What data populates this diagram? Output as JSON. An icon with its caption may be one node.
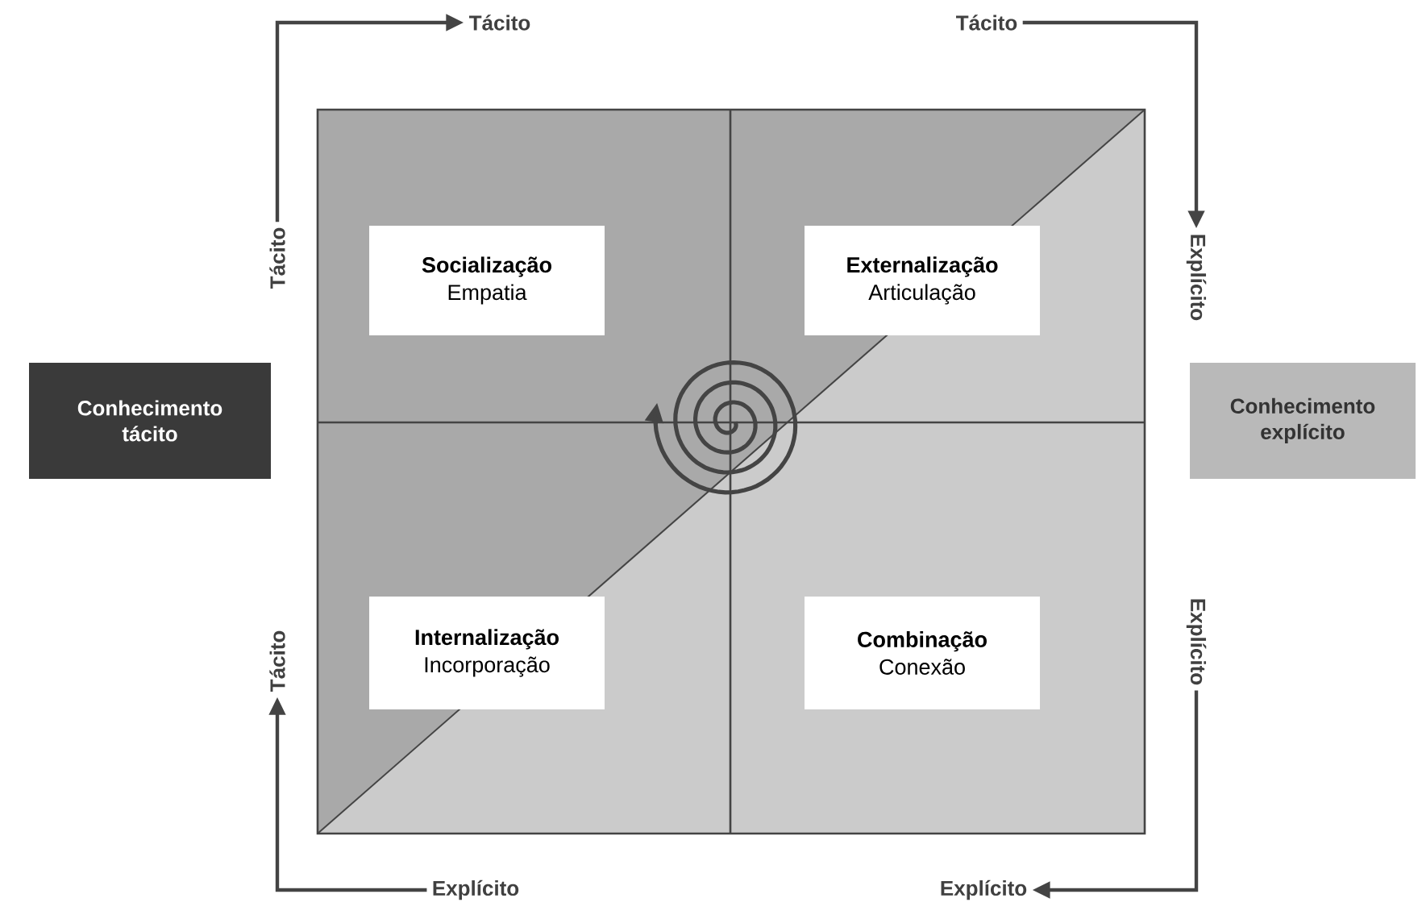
{
  "diagram": {
    "nodes": [
      {
        "text": [
          "Socialização",
          "Empatia"
        ]
      },
      {
        "text": [
          "Externalização",
          "Articulação"
        ]
      },
      {
        "text": [
          "Internalização",
          "Incorporação"
        ]
      },
      {
        "text": [
          "Combinação",
          "Conexão"
        ]
      },
      {
        "text": [
          "Conhecimento tácito"
        ]
      },
      {
        "text": [
          "Conhecimento explícito"
        ]
      },
      {
        "text": [
          "Tácito"
        ]
      },
      {
        "text": [
          "Tácito"
        ]
      },
      {
        "text": [
          "Explícito"
        ]
      },
      {
        "text": [
          "Explícito"
        ]
      },
      {
        "text": [
          "Explícito"
        ]
      },
      {
        "text": [
          "Explícito"
        ]
      },
      {
        "text": [
          "Tácito"
        ]
      },
      {
        "text": [
          "Tácito"
        ]
      }
    ],
    "edges": [
      {
        "from": 13,
        "to": 6,
        "arrow": "to"
      },
      {
        "from": 7,
        "to": 8,
        "arrow": "to"
      },
      {
        "from": 9,
        "to": 10,
        "arrow": "to"
      },
      {
        "from": 11,
        "to": 12,
        "arrow": "to"
      }
    ]
  }
}
